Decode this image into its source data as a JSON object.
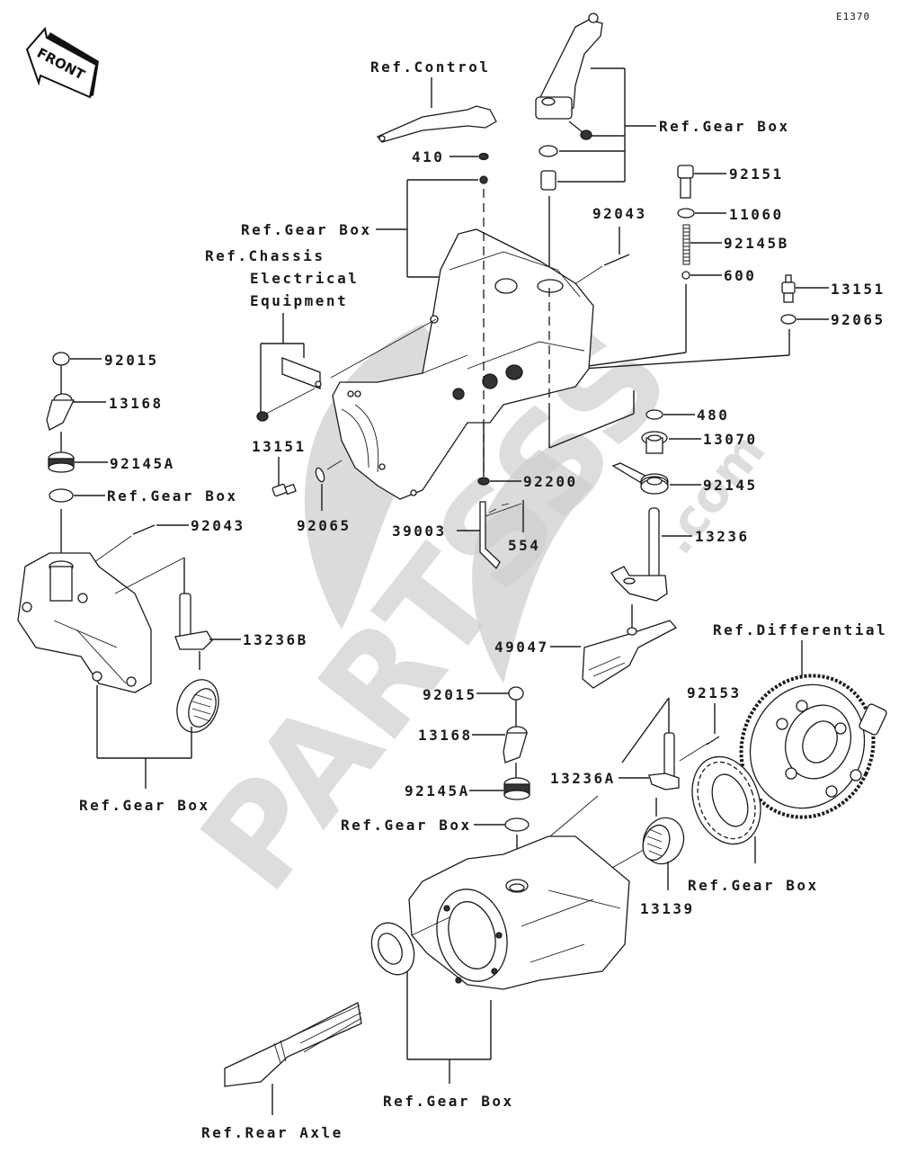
{
  "diagram": {
    "code": "E1370",
    "front_label": "FRONT",
    "watermark": {
      "text": "PARTSSS",
      "suffix": ".com"
    },
    "labels": {
      "ref_control": "Ref.Control",
      "p410": "410",
      "ref_gear_box_top": "Ref.Gear Box",
      "ref_gear_box_upper_left": "Ref.Gear Box",
      "ref_chassis_line1": "Ref.Chassis",
      "ref_chassis_line2": "Electrical",
      "ref_chassis_line3": "Equipment",
      "p92151": "92151",
      "p11060": "11060",
      "p92145B": "92145B",
      "p600": "600",
      "p13151_right": "13151",
      "p92065_right": "92065",
      "p92043_top": "92043",
      "p92015_left": "92015",
      "p13168_left": "13168",
      "p92145A_left": "92145A",
      "ref_gear_box_left_seal": "Ref.Gear Box",
      "p92043_left": "92043",
      "p13151_mid": "13151",
      "p92065_mid": "92065",
      "p39003": "39003",
      "p554": "554",
      "p92200": "92200",
      "p480": "480",
      "p13070": "13070",
      "p92145": "92145",
      "p13236": "13236",
      "p13236B": "13236B",
      "p49047": "49047",
      "ref_differential": "Ref.Differential",
      "p92015_mid": "92015",
      "p13168_mid": "13168",
      "p92145A_mid": "92145A",
      "ref_gear_box_mid_seal": "Ref.Gear Box",
      "p92153": "92153",
      "p13236A": "13236A",
      "ref_gear_box_left_bottom": "Ref.Gear Box",
      "p13139": "13139",
      "ref_gear_box_bearing": "Ref.Gear Box",
      "ref_gear_box_bottom": "Ref.Gear Box",
      "ref_rear_axle": "Ref.Rear Axle"
    }
  }
}
